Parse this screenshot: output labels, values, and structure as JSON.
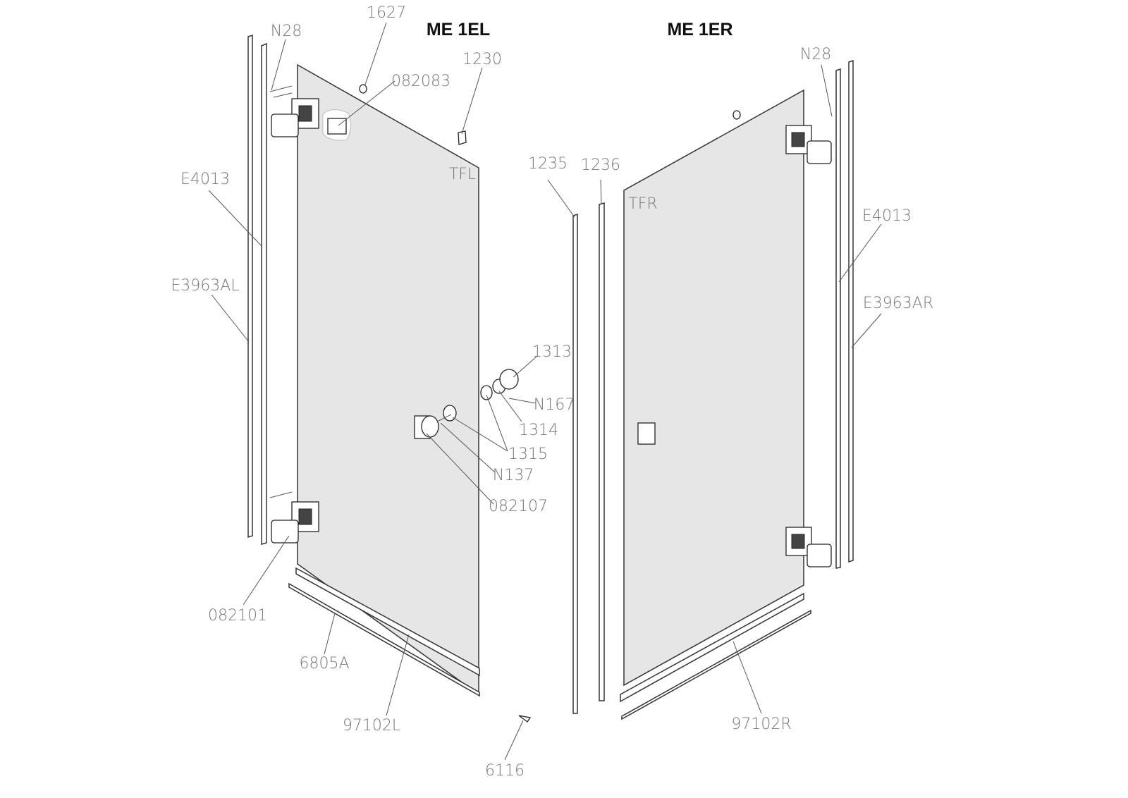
{
  "titles": {
    "left": "ME 1EL",
    "right": "ME 1ER"
  },
  "labels": {
    "p1627": "1627",
    "n28_left": "N28",
    "n28_right": "N28",
    "p1230": "1230",
    "p082083": "082083",
    "e4013_left": "E4013",
    "e4013_right": "E4013",
    "tfl": "TFL",
    "tfr": "TFR",
    "p1235": "1235",
    "p1236": "1236",
    "e3963al": "E3963AL",
    "e3963ar": "E3963AR",
    "p1313": "1313",
    "n167": "N167",
    "p1314": "1314",
    "p1315": "1315",
    "n137": "N137",
    "p082107": "082107",
    "p082101": "082101",
    "p6805a": "6805A",
    "p97102l": "97102L",
    "p97102r": "97102R",
    "p6116": "6116"
  }
}
